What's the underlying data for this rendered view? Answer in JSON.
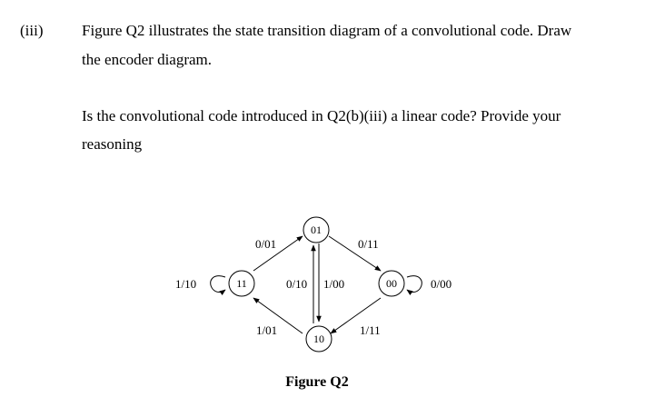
{
  "question": {
    "number": "(iii)",
    "part1_line1": "Figure Q2 illustrates the state transition diagram of a convolutional code. Draw",
    "part1_line2": "the encoder diagram.",
    "part2_line1": "Is the convolutional code introduced in Q2(b)(iii) a linear code? Provide your",
    "part2_line2": "reasoning"
  },
  "figure": {
    "caption": "Figure Q2",
    "states": {
      "s01": "01",
      "s11": "11",
      "s00": "00",
      "s10": "10"
    },
    "transitions": {
      "t11_to_01": "0/01",
      "t01_to_00": "0/11",
      "t11_self": "1/10",
      "t01_to_10": "0/10",
      "t10_to_01": "1/00",
      "t00_self": "0/00",
      "t10_to_11": "1/01",
      "t00_to_10": "1/11"
    }
  }
}
